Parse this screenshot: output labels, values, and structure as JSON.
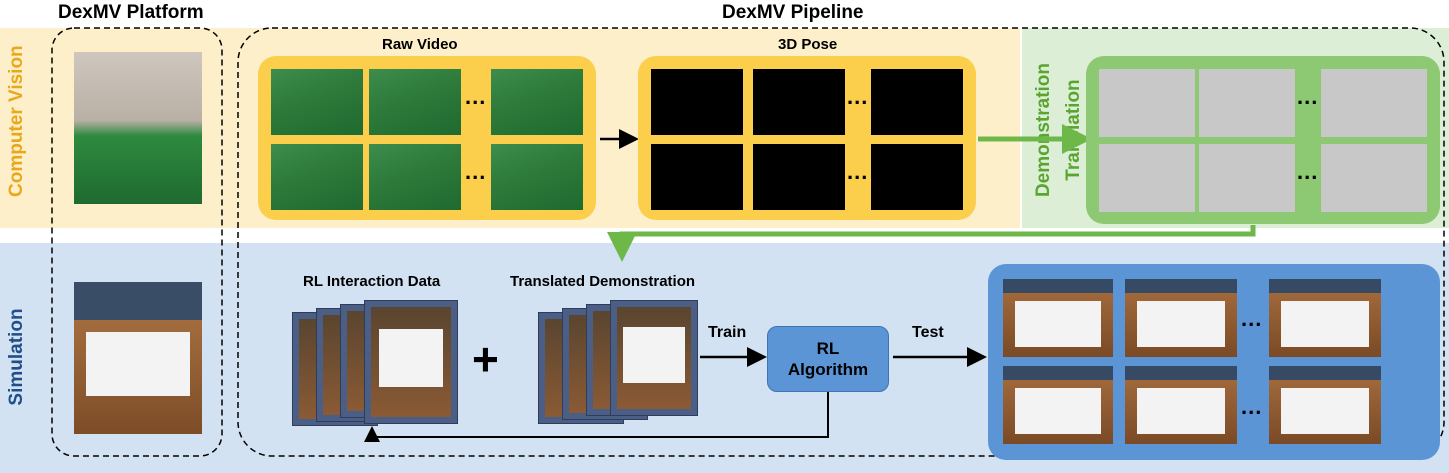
{
  "titles": {
    "platform": "DexMV Platform",
    "pipeline": "DexMV Pipeline"
  },
  "sections": {
    "computer_vision": "Computer Vision",
    "simulation": "Simulation",
    "demonstration": "Demonstration",
    "translation": "Translation"
  },
  "panels": {
    "raw_video": "Raw Video",
    "pose_3d": "3D Pose",
    "rl_interaction_data": "RL Interaction Data",
    "translated_demonstration": "Translated Demonstration"
  },
  "symbols": {
    "ellipsis": "...",
    "plus": "+"
  },
  "edges": {
    "train": "Train",
    "test": "Test"
  },
  "rl_box": {
    "line1": "RL",
    "line2": "Algorithm"
  },
  "colors": {
    "computer_vision_band": "#fdefc9",
    "demonstration_band": "#dcefd6",
    "simulation_band": "#d3e2f3",
    "raw_video_panel": "#fbcf4b",
    "demo_panel": "#8dc872",
    "sim_panel": "#5b95d6",
    "arrow_green": "#6eb84a",
    "cv_label": "#e8a81a",
    "sim_label": "#1f4e89",
    "demo_label": "#5aa532"
  }
}
